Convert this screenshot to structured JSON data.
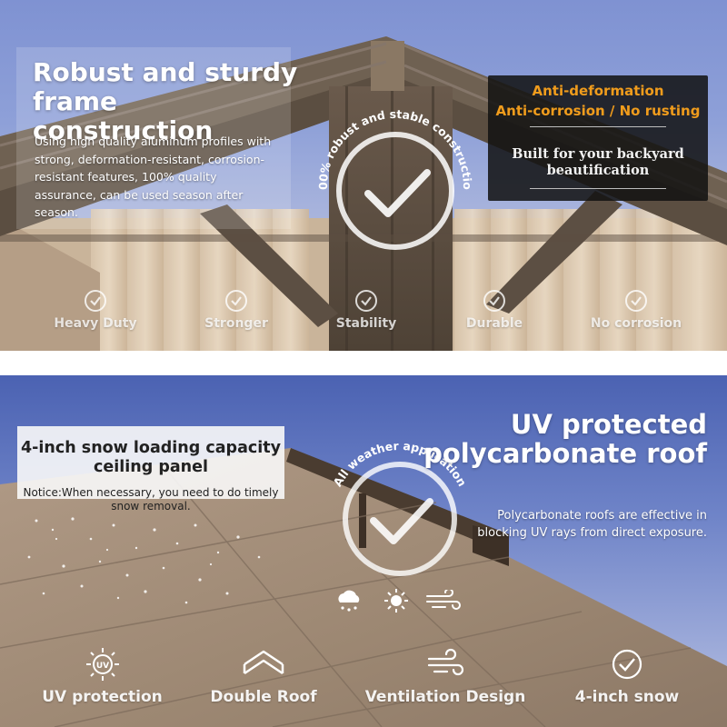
{
  "top_panel": {
    "title": "Robust and sturdy frame construction",
    "description": "Using high quality aluminum profiles with strong, deformation-resistant, corrosion-resistant features, 100% quality assurance, can be used season after season.",
    "stamp_text": "100% robust and stable construction",
    "badge": {
      "line1": "Anti-deformation",
      "line2": "Anti-corrosion / No rusting",
      "tagline": "Built for your backyard beautification",
      "accent_color": "#f09c1c"
    },
    "features": [
      {
        "label": "Heavy Duty",
        "icon": "check-circle-icon"
      },
      {
        "label": "Stronger",
        "icon": "check-circle-icon"
      },
      {
        "label": "Stability",
        "icon": "check-circle-icon"
      },
      {
        "label": "Durable",
        "icon": "check-circle-icon"
      },
      {
        "label": "No corrosion",
        "icon": "check-circle-icon"
      }
    ]
  },
  "bottom_panel": {
    "snow_title": "4-inch snow loading capacity ceiling panel",
    "snow_note": "Notice:When necessary, you need to do timely snow removal.",
    "stamp_text": "All weather application",
    "weather_icons": [
      "snow-cloud-icon",
      "sun-icon",
      "wind-icon"
    ],
    "uv_title": "UV protected polycarbonate roof",
    "uv_description": "Polycarbonate roofs are effective in blocking UV rays from direct exposure.",
    "features": [
      {
        "label": "UV protection",
        "icon": "uv-sun-icon"
      },
      {
        "label": "Double Roof",
        "icon": "double-roof-icon"
      },
      {
        "label": "Ventilation Design",
        "icon": "wind-icon"
      },
      {
        "label": "4-inch snow",
        "icon": "check-circle-icon"
      }
    ]
  }
}
